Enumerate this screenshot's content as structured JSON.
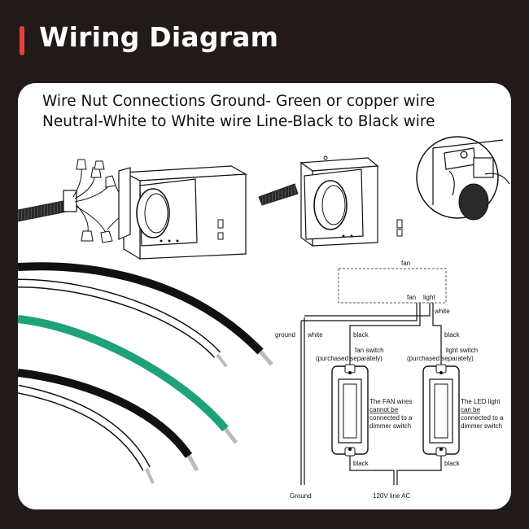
{
  "header": {
    "title": "Wiring Diagram",
    "accent_color": "#e8413c",
    "background_color": "#221a18"
  },
  "intro": {
    "line1": "Wire Nut Connections Ground- Green or copper wire",
    "line2": "Neutral-White to White wire Line-Black to Black wire"
  },
  "wire_colors": [
    "#111111",
    "#ffffff",
    "#1fa27a",
    "#111111",
    "#ffffff"
  ],
  "schematic": {
    "fan_box_label": "fan",
    "fan_lead": "fan",
    "light_lead": "light",
    "white_top": "white",
    "ground_label": "ground",
    "white_left": "white",
    "black_left": "black",
    "black_right": "black",
    "fan_switch_title": "fan switch",
    "fan_switch_sub": "(purchased separately)",
    "light_switch_title": "light switch",
    "light_switch_sub": "(purchased separately)",
    "fan_note": [
      "The FAN wires",
      "cannot be",
      "connected to a",
      "dimmer switch"
    ],
    "light_note": [
      "The LED light",
      "can be",
      "connected to a",
      "dimmer switch"
    ],
    "black_bottom_left": "black",
    "black_bottom_right": "black",
    "ground_bottom": "Ground",
    "line_ac": "120V line AC"
  }
}
